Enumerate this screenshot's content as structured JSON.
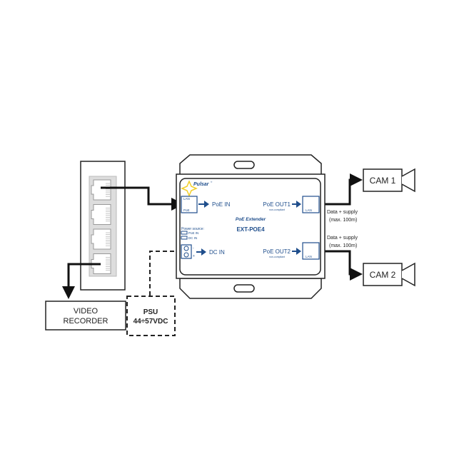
{
  "colors": {
    "device_blue": "#1f4e8c",
    "logo_yellow": "#f2cf2a",
    "line": "#111111"
  },
  "switch": {
    "ports": 4
  },
  "video_recorder": {
    "line1": "VIDEO",
    "line2": "RECORDER"
  },
  "psu": {
    "line1": "PSU",
    "line2": "44÷57VDC"
  },
  "device": {
    "brand": "Pulsar",
    "brand_mark": "®",
    "product_type": "PoE Extender",
    "model": "EXT-POE4",
    "poe_in": "PoE IN",
    "input_port_lan": "LAN",
    "input_port_poe": "PoE",
    "power_source_title": "Power source:",
    "power_source_poe": "PoE IN",
    "power_source_dc": "DC IN",
    "dc_in": "DC IN",
    "dc_minus": "-",
    "dc_plus": "+",
    "out1": "PoE OUT1",
    "out1_note": "non-compliant",
    "out2": "PoE OUT2",
    "out2_note": "non-compliant",
    "out_port_lan": "LAN"
  },
  "links": {
    "cam1_line1": "Data + supply",
    "cam1_line2": "(max. 100m)",
    "cam2_line1": "Data + supply",
    "cam2_line2": "(max. 100m)"
  },
  "cameras": {
    "cam1": "CAM 1",
    "cam2": "CAM 2"
  }
}
